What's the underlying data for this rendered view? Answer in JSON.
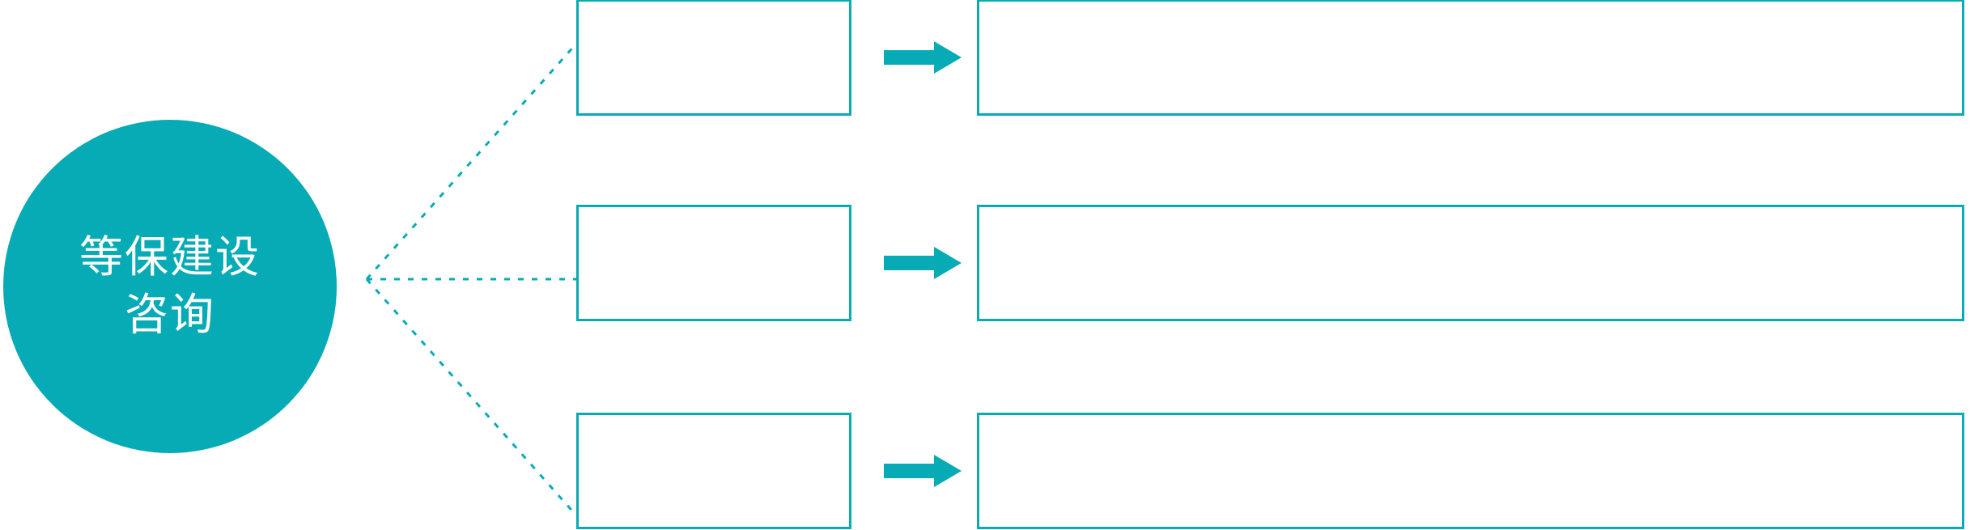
{
  "theme": {
    "accent": "#07ABB5",
    "background": "#FFFFFF",
    "hub_text_color": "#FFFFFF"
  },
  "hub": {
    "label": "等保建设\n咨询",
    "shape": "circle"
  },
  "connector": {
    "style": "dotted",
    "color": "#07ABB5",
    "icon": "fan-out-dotted-connector"
  },
  "rows": [
    {
      "index": 1,
      "stage_label": "",
      "arrow_icon": "right-block-arrow-icon",
      "detail_label": ""
    },
    {
      "index": 2,
      "stage_label": "",
      "arrow_icon": "right-block-arrow-icon",
      "detail_label": ""
    },
    {
      "index": 3,
      "stage_label": "",
      "arrow_icon": "right-block-arrow-icon",
      "detail_label": ""
    }
  ]
}
